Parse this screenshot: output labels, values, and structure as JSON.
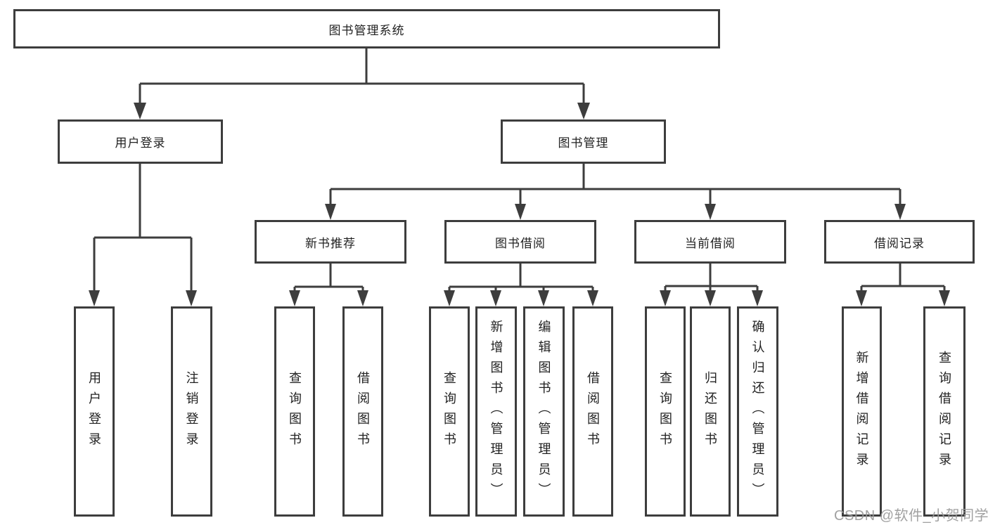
{
  "diagram": {
    "root": {
      "label": "图书管理系统"
    },
    "level2": [
      {
        "label": "用户登录"
      },
      {
        "label": "图书管理"
      }
    ],
    "level3": [
      {
        "label": "新书推荐",
        "parent": "图书管理"
      },
      {
        "label": "图书借阅",
        "parent": "图书管理"
      },
      {
        "label": "当前借阅",
        "parent": "图书管理"
      },
      {
        "label": "借阅记录",
        "parent": "图书管理"
      }
    ],
    "level4": [
      {
        "label": "用户登录",
        "parent": "用户登录"
      },
      {
        "label": "注销登录",
        "parent": "用户登录"
      },
      {
        "label": "查询图书",
        "parent": "新书推荐"
      },
      {
        "label": "借阅图书",
        "parent": "新书推荐"
      },
      {
        "label": "查询图书",
        "parent": "图书借阅"
      },
      {
        "label": "新增图书（管理员）",
        "parent": "图书借阅"
      },
      {
        "label": "编辑图书（管理员）",
        "parent": "图书借阅"
      },
      {
        "label": "借阅图书",
        "parent": "图书借阅"
      },
      {
        "label": "查询图书",
        "parent": "当前借阅"
      },
      {
        "label": "归还图书",
        "parent": "当前借阅"
      },
      {
        "label": "确认归还（管理员）",
        "parent": "当前借阅"
      },
      {
        "label": "新增借阅记录",
        "parent": "借阅记录"
      },
      {
        "label": "查询借阅记录",
        "parent": "借阅记录"
      }
    ]
  },
  "watermark": {
    "text": "CSDN @软件_小贺同学"
  },
  "colors": {
    "line": "#3d3d3d",
    "box_background": "#ffffff",
    "text": "#222222",
    "watermark": "#999999"
  }
}
